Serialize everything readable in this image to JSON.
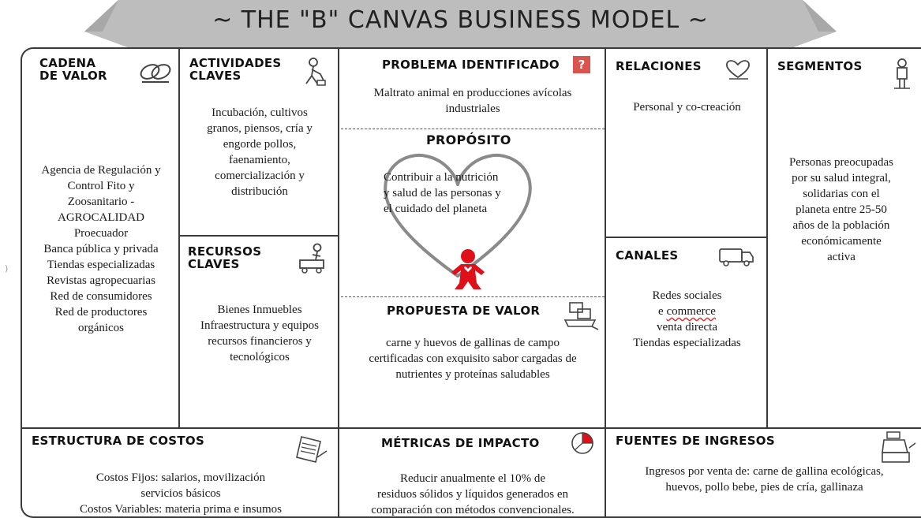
{
  "title": "~ THE \"B\" CANVAS BUSINESS MODEL ~",
  "cells": {
    "cadena": {
      "heading_line1": "CADENA",
      "heading_line2": "DE VALOR",
      "icon": "link-icon",
      "lines": [
        "Agencia de Regulación y",
        "Control Fito y",
        "Zoosanitario -",
        "AGROCALIDAD",
        "Proecuador",
        "Banca pública y privada",
        "Tiendas especializadas",
        "Revistas agropecuarias",
        "Red de consumidores",
        "Red de productores",
        "orgánicos"
      ]
    },
    "actividades": {
      "heading_line1": "ACTIVIDADES",
      "heading_line2": "CLAVES",
      "icon": "worker-icon",
      "lines": [
        "Incubación, cultivos",
        "granos, piensos, cría y",
        "engorde pollos,",
        "faenamiento,",
        "comercialización y",
        "distribución"
      ]
    },
    "recursos": {
      "heading_line1": "RECURSOS",
      "heading_line2": "CLAVES",
      "icon": "forklift-icon",
      "lines": [
        "Bienes Inmuebles",
        "Infraestructura y equipos",
        "recursos financieros y",
        "tecnológicos"
      ]
    },
    "problema": {
      "heading": "PROBLEMA IDENTIFICADO",
      "icon": "question-icon",
      "icon_label": "?",
      "lines": [
        "Maltrato animal en producciones avícolas",
        "industriales"
      ]
    },
    "proposito": {
      "heading": "PROPÓSITO",
      "icon": "heart-icon",
      "lines": [
        "Contribuir  a la nutrición",
        "y salud de las personas y",
        "el cuidado del planeta"
      ]
    },
    "propuesta": {
      "heading": "PROPUESTA DE VALOR",
      "icon": "gift-cart-icon",
      "lines": [
        "carne y huevos de gallinas de campo",
        "certificadas con exquisito sabor cargadas de",
        "nutrientes y proteínas saludables"
      ]
    },
    "relaciones": {
      "heading": "RELACIONES",
      "icon": "heart-outline-icon",
      "lines": [
        "Personal y co-creación"
      ]
    },
    "canales": {
      "heading": "CANALES",
      "icon": "truck-icon",
      "line1": "Redes sociales",
      "line2_prefix": "e ",
      "line2_word": "commerce",
      "line3": "venta directa",
      "line4": "Tiendas especializadas"
    },
    "segmentos": {
      "heading": "SEGMENTOS",
      "icon": "person-icon",
      "lines": [
        "Personas preocupadas",
        "por  su salud integral,",
        "solidarias con el",
        "planeta entre 25-50",
        "años de la población",
        "económicamente",
        "activa"
      ]
    },
    "costos": {
      "heading": "ESTRUCTURA DE COSTOS",
      "icon": "document-icon",
      "lines": [
        "Costos Fijos: salarios, movilización",
        "servicios básicos",
        "Costos Variables: materia prima e insumos"
      ]
    },
    "metricas": {
      "heading": "MÉTRICAS DE IMPACTO",
      "icon": "pie-chart-icon",
      "lines": [
        "Reducir  anualmente  el  10%  de",
        "residuos  sólidos  y  líquidos  generados  en",
        "comparación con métodos convencionales."
      ]
    },
    "ingresos": {
      "heading": "FUENTES DE INGRESOS",
      "icon": "cash-register-icon",
      "lines": [
        "Ingresos por venta de: carne de gallina ecológicas,",
        "huevos,  pollo bebe, pies de cría, gallinaza"
      ]
    }
  },
  "colors": {
    "banner": "#b9b9b9",
    "border": "#3a3a3a",
    "accent_red": "#e0101a",
    "question_bg": "#d9534f",
    "heart_outline": "#8a8a8a"
  },
  "left_marker": ")"
}
